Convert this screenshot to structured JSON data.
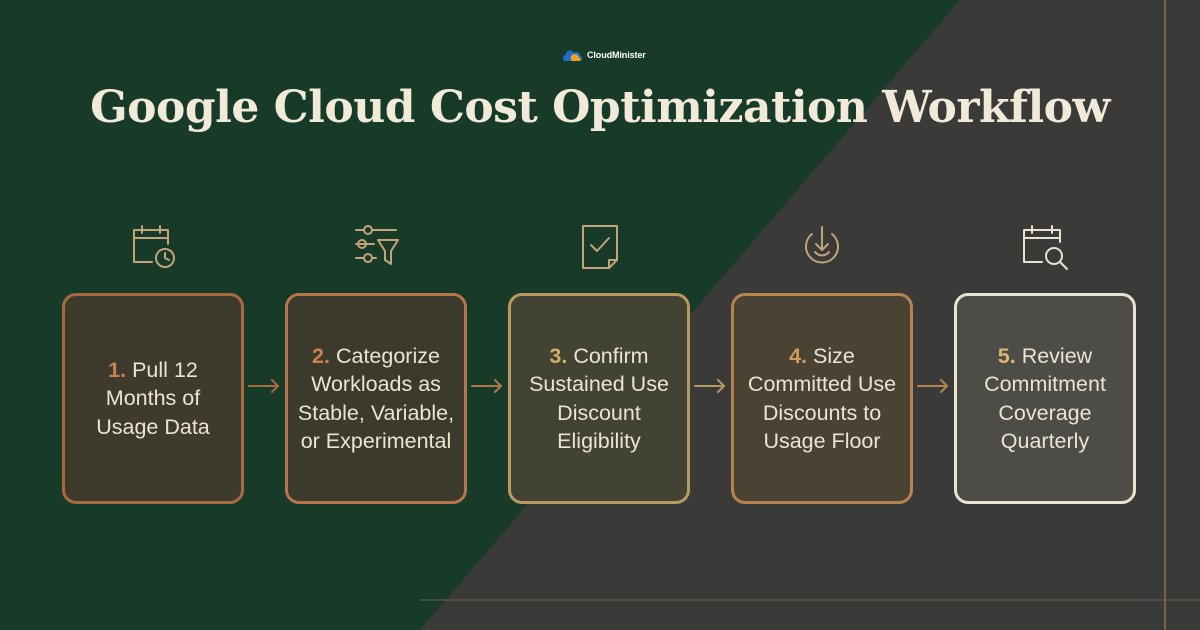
{
  "brand": {
    "name": "CloudMinister"
  },
  "title": "Google Cloud Cost Optimization Workflow",
  "steps": [
    {
      "number": "1.",
      "text": "Pull 12 Months of Usage Data",
      "icon": "calendar-clock-icon",
      "color": "#a9693f"
    },
    {
      "number": "2.",
      "text": "Categorize Workloads as Stable, Variable, or Experimental",
      "icon": "filter-sliders-icon",
      "color": "#b5774a"
    },
    {
      "number": "3.",
      "text": "Confirm Sustained Use Discount Eligibility",
      "icon": "document-check-icon",
      "color": "#b89a5e"
    },
    {
      "number": "4.",
      "text": "Size Committed Use Discounts to Usage Floor",
      "icon": "download-circle-icon",
      "color": "#b7834f"
    },
    {
      "number": "5.",
      "text": "Review Commitment Coverage Quarterly",
      "icon": "calendar-search-icon",
      "color": "#e8e2cf"
    }
  ],
  "colors": {
    "background_dark": "#3a3a38",
    "background_green": "#183a29",
    "title": "#f2ead8",
    "icon_stroke": "#c3a479"
  }
}
